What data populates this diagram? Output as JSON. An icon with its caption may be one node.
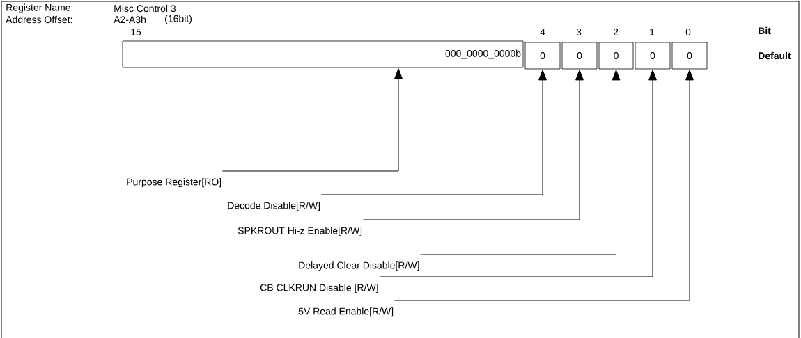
{
  "diagram": {
    "nodes": [
      {
        "text": [
          "000_0000_0000b"
        ]
      },
      {
        "text": [
          "0"
        ]
      },
      {
        "text": [
          "0"
        ]
      },
      {
        "text": [
          "0"
        ]
      },
      {
        "text": [
          "0"
        ]
      },
      {
        "text": [
          "0"
        ]
      },
      {
        "text": [
          "Purpose Register[RO]"
        ]
      },
      {
        "text": [
          "Decode Disable[R/W]"
        ]
      },
      {
        "text": [
          "SPKROUT Hi-z Enable[R/W]"
        ]
      },
      {
        "text": [
          "Delayed Clear Disable[R/W]"
        ]
      },
      {
        "text": [
          "CB CLKRUN Disable [R/W]"
        ]
      },
      {
        "text": [
          "5V Read Enable[R/W]"
        ]
      }
    ],
    "edges": [
      {
        "from": 6,
        "to": 0,
        "arrow": "to"
      },
      {
        "from": 7,
        "to": 1,
        "arrow": "to"
      },
      {
        "from": 8,
        "to": 2,
        "arrow": "to"
      },
      {
        "from": 9,
        "to": 3,
        "arrow": "to"
      },
      {
        "from": 10,
        "to": 4,
        "arrow": "to"
      },
      {
        "from": 11,
        "to": 5,
        "arrow": "to"
      }
    ],
    "labels": [
      "Register Name:",
      "Misc Control 3",
      "Address Offset:",
      "A2-A3h",
      "(16bit)",
      "15",
      "4",
      "3",
      "2",
      "1",
      "0",
      "Bit",
      "Default"
    ]
  }
}
